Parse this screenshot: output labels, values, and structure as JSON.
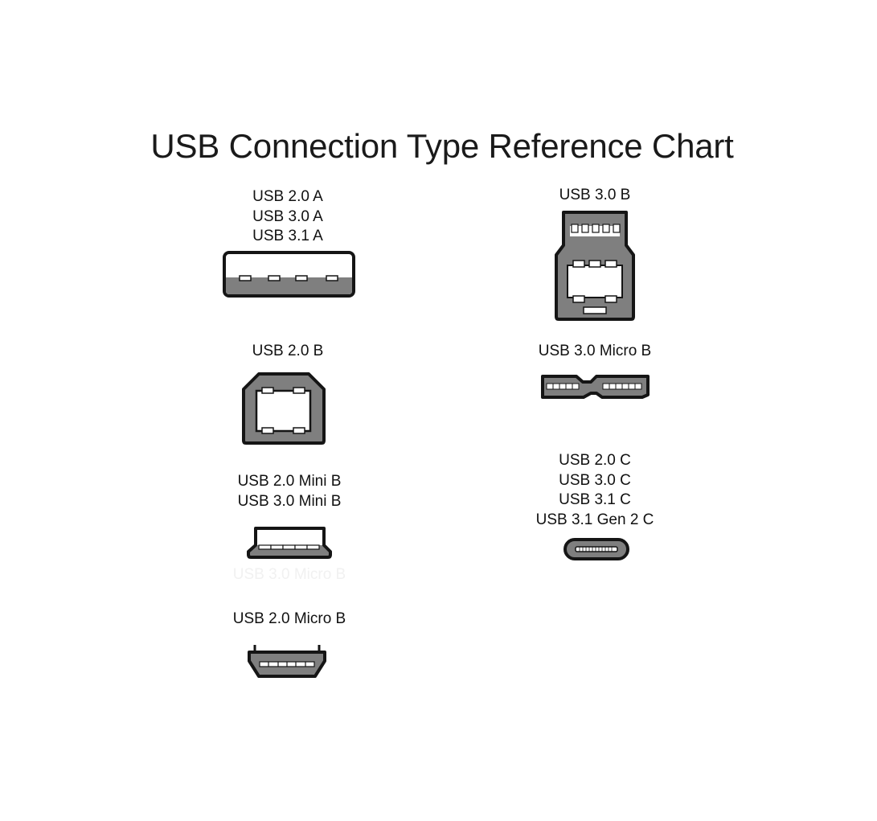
{
  "title": "USB Connection Type Reference Chart",
  "colors": {
    "body": "#7f7f7f",
    "outline": "#151515",
    "window": "#ffffff",
    "ghost_text": "#f1f1f1"
  },
  "connectors": {
    "usb_a": {
      "icon": "usb-type-a-port-icon",
      "labels": [
        "USB 2.0 A",
        "USB 3.0 A",
        "USB 3.1 A"
      ]
    },
    "usb2_b": {
      "icon": "usb-2-type-b-port-icon",
      "labels": [
        "USB 2.0 B"
      ]
    },
    "mini_b": {
      "icon": "usb-mini-b-port-icon",
      "labels": [
        "USB 2.0 Mini B",
        "USB 3.0 Mini B"
      ]
    },
    "ghost": {
      "labels": [
        "USB 3.0 Micro B"
      ]
    },
    "micro_b": {
      "icon": "usb-micro-b-port-icon",
      "labels": [
        "USB 2.0 Micro B"
      ]
    },
    "usb3_b": {
      "icon": "usb-3-type-b-port-icon",
      "labels": [
        "USB 3.0 B"
      ]
    },
    "usb3_micro": {
      "icon": "usb-3-micro-b-port-icon",
      "labels": [
        "USB 3.0 Micro B"
      ]
    },
    "usb_c": {
      "icon": "usb-type-c-port-icon",
      "labels": [
        "USB 2.0 C",
        "USB 3.0 C",
        "USB 3.1 C",
        "USB 3.1 Gen 2 C"
      ]
    }
  }
}
